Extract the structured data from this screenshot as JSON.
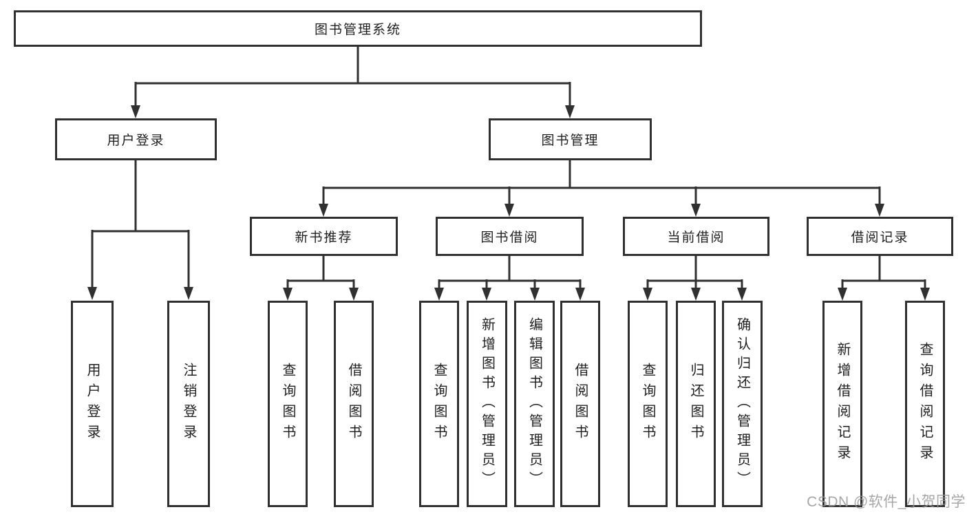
{
  "diagram": {
    "root": {
      "label": "图书管理系统"
    },
    "level2": [
      {
        "label": "用户登录"
      },
      {
        "label": "图书管理"
      }
    ],
    "level3": [
      {
        "label": "新书推荐"
      },
      {
        "label": "图书借阅"
      },
      {
        "label": "当前借阅"
      },
      {
        "label": "借阅记录"
      }
    ],
    "leaves": {
      "user_login": [
        "用户登录",
        "注销登录"
      ],
      "new_book": [
        "查询图书",
        "借阅图书"
      ],
      "book_borrow": [
        "查询图书",
        "新增图书（管理员）",
        "编辑图书（管理员）",
        "借阅图书"
      ],
      "current_borrow": [
        "查询图书",
        "归还图书",
        "确认归还（管理员）"
      ],
      "borrow_record": [
        "新增借阅记录",
        "查询借阅记录"
      ]
    }
  },
  "watermark": "CSDN @软件_小贺同学",
  "colors": {
    "line": "#303030",
    "box_border": "#303030",
    "box_fill": "#ffffff",
    "text": "#1f1f1f",
    "watermark": "#969696"
  }
}
